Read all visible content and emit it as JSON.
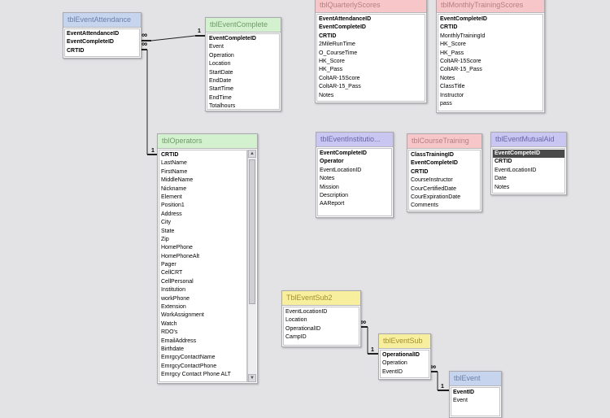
{
  "colors": {
    "title_blue": "#c6d4ee",
    "title_green": "#d4f1cf",
    "title_red": "#f7c6c8",
    "title_purple": "#c9c7f2",
    "title_yellow": "#f8ef9e",
    "title_text_blue": "#6d7fa8",
    "title_text_green": "#6f9a68",
    "title_text_red": "#b47f82",
    "title_text_purple": "#6764a6",
    "title_text_yellow": "#a28f2d",
    "line": "#202020"
  },
  "relationship_labels": {
    "one": "1",
    "many": "∞"
  },
  "tables": {
    "tblEventAttendance": {
      "title": "tblEventAttendance",
      "fields": [
        "EventAttendanceID",
        "EventCompleteID",
        "CRTID"
      ]
    },
    "tblEventComplete": {
      "title": "tblEventComplete",
      "fields": [
        "EventCompleteID",
        "Event",
        "Operation",
        "Location",
        "StartDate",
        "EndDate",
        "StartTime",
        "EndTime",
        "Totalhours"
      ]
    },
    "tblQuarterlyScores": {
      "title": "tblQuarterlyScores",
      "fields": [
        "EventAttendanceID",
        "EventCompleteID",
        "CRTID",
        "2MileRunTime",
        "O_CourseTime",
        "HK_Score",
        "HK_Pass",
        "ColtAR-15Score",
        "ColtAR-15_Pass",
        "Notes"
      ]
    },
    "tblMonthlyTrainingScores": {
      "title": "tblMonthlyTrainingScores",
      "fields": [
        "EventCompleteID",
        "CRTID",
        "MonthlyTrainingId",
        "HK_Score",
        "HK_Pass",
        "ColtAR-15Score",
        "ColtAR-15_Pass",
        "Notes",
        "ClassTitle",
        "Instructor",
        "pass"
      ]
    },
    "tblOperators": {
      "title": "tblOperators",
      "fields": [
        "CRTID",
        "LastName",
        "FirstName",
        "MiddleName",
        "Nickname",
        "Element",
        "Position1",
        "Address",
        "City",
        "State",
        "Zip",
        "HomePhone",
        "HomePhoneAlt",
        "Pager",
        "CellCRT",
        "CellPersonal",
        "Institution",
        "workPhone",
        "Extension",
        "WorkAssignment",
        "Watch",
        "RDO's",
        "EmailAddress",
        "Birthdate",
        "EmrgcyContactName",
        "EmrgcyContactPhone",
        "Emrgcy Contact Phone ALT"
      ]
    },
    "tblEventInstitution": {
      "title": "tblEventInstitutio...",
      "fields": [
        "EventCompleteID",
        "Operator",
        "EventLocationID",
        "Notes",
        "Mission",
        "Description",
        "AAReport"
      ]
    },
    "tblCourseTraining": {
      "title": "tblCourseTraining",
      "fields": [
        "ClassTrainingID",
        "EventCompleteID",
        "CRTID",
        "CourseInstructor",
        "CourCertifiedDate",
        "CourExpirationDate",
        "Comments"
      ]
    },
    "tblEventMutualAid": {
      "title": "tblEventMutualAid",
      "fields": [
        "EventCompeteID",
        "CRTID",
        "EventLocationID",
        "Date",
        "Notes"
      ]
    },
    "TblEventSub2": {
      "title": "TblEventSub2",
      "fields": [
        "EventLocationID",
        "Location",
        "OperationalID",
        "CampID"
      ]
    },
    "tblEventSub": {
      "title": "tblEventSub",
      "fields": [
        "OperationalID",
        "Operation",
        "EventID"
      ]
    },
    "tblEvent": {
      "title": "tblEvent",
      "fields": [
        "EventID",
        "Event"
      ]
    }
  }
}
